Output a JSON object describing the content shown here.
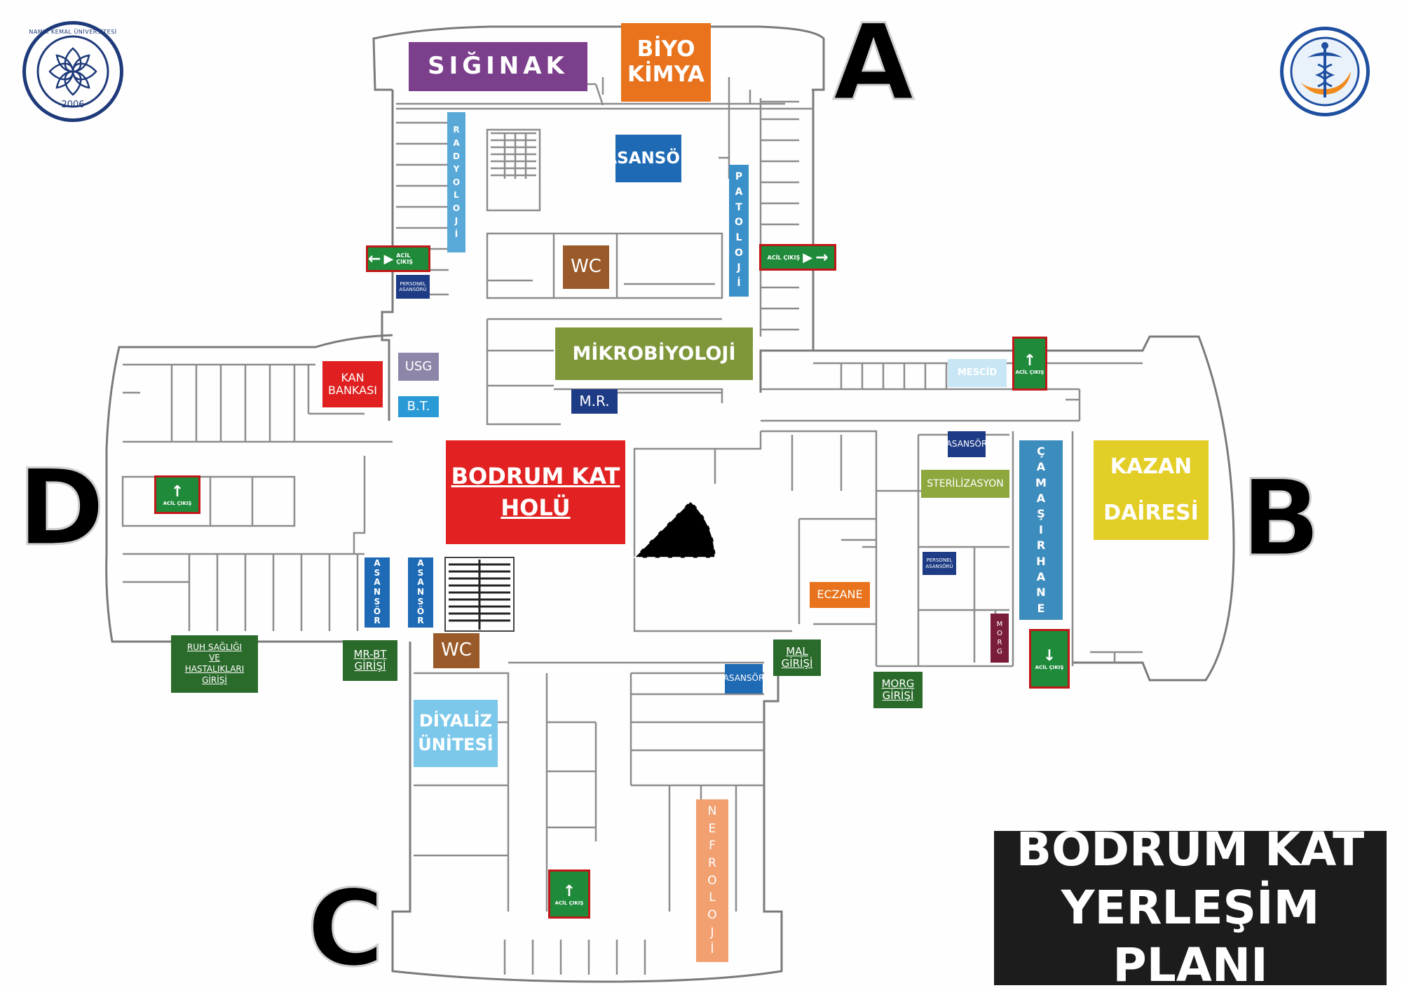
{
  "title": {
    "line1": "BODRUM KAT",
    "line2": "YERLEŞİM PLANI"
  },
  "wings": {
    "a": "A",
    "b": "B",
    "c": "C",
    "d": "D"
  },
  "logos": {
    "university": {
      "ring_text": "NAMIK KEMAL ÜNİVERSİTESİ",
      "year": "2006",
      "color": "#1f3a7a"
    },
    "hospital": {
      "color": "#1f4fa0",
      "accent": "#f08a1c"
    }
  },
  "rooms": {
    "siginak": "SIĞINAK",
    "biyokimya": {
      "line1": "BİYO",
      "line2": "KİMYA"
    },
    "asansor_top": "ASANSÖR",
    "radyoloji": [
      "R",
      "A",
      "D",
      "Y",
      "O",
      "L",
      "O",
      "J",
      "İ"
    ],
    "patoloji": [
      "P",
      "A",
      "T",
      "O",
      "L",
      "O",
      "J",
      "İ"
    ],
    "wc_top": "WC",
    "personel_asansoru_left": {
      "line1": "PERSONEL",
      "line2": "ASANSÖRÜ"
    },
    "mikrobiyoloji": "MİKROBİYOLOJİ",
    "mr": "M.R.",
    "kan_bankasi": {
      "line1": "KAN",
      "line2": "BANKASI"
    },
    "usg": "USG",
    "bt": "B.T.",
    "bodrum_kat_holu": {
      "line1": "BODRUM KAT",
      "line2": "HOLÜ"
    },
    "mescid": "MESCİD",
    "kazan_dairesi": {
      "line1": "KAZAN",
      "line2": "DAİRESİ"
    },
    "asansor_b": "ASANSÖR",
    "sterilizasyon": "STERİLİZASYON",
    "camasirhane": [
      "Ç",
      "A",
      "M",
      "A",
      "Ş",
      "I",
      "R",
      "H",
      "A",
      "N",
      "E"
    ],
    "personel_asansoru_b": {
      "line1": "PERSONEL",
      "line2": "ASANSÖRÜ"
    },
    "eczane": "ECZANE",
    "morg": [
      "M",
      "O",
      "R",
      "G"
    ],
    "asansor_d1": [
      "A",
      "S",
      "A",
      "N",
      "S",
      "Ö",
      "R"
    ],
    "asansor_d2": [
      "A",
      "S",
      "A",
      "N",
      "S",
      "Ö",
      "R"
    ],
    "wc_bottom": "WC",
    "asansor_c": "ASANSÖR",
    "diyaliz": {
      "line1": "DİYALİZ",
      "line2": "ÜNİTESİ"
    },
    "nefroloji": [
      "N",
      "E",
      "F",
      "R",
      "O",
      "L",
      "O",
      "J",
      "İ"
    ]
  },
  "entrances": {
    "ruh_sagligi": {
      "line1": "RUH SAĞLIĞI",
      "line2": "VE",
      "line3": "HASTALIKLARI",
      "line4": "GİRİŞİ"
    },
    "mr_bt": {
      "line1": "MR-BT",
      "line2": "GİRİŞİ"
    },
    "mal": {
      "line1": "MAL",
      "line2": "GİRİŞİ"
    },
    "morg": {
      "line1": "MORG",
      "line2": "GİRİŞİ"
    }
  },
  "exit_signs": {
    "label": "ACİL ÇIKIŞ"
  },
  "colors": {
    "siginak": "#7b3f8c",
    "biyokimya": "#e8731c",
    "asansor": "#1e6ab5",
    "radyoloji": "#58a8d8",
    "wc": "#9a5a2a",
    "mikrobiyoloji": "#7f973a",
    "mr": "#1e3c86",
    "kan": "#e02020",
    "usg": "#8e86a8",
    "bt": "#2a9ad6",
    "holu": "#e22222",
    "mescid": "#c8e6f5",
    "kazan": "#e3cd27",
    "steril": "#8ea83e",
    "camasir": "#3d8cbe",
    "eczane": "#e8731c",
    "morg": "#7a1d3a",
    "entrance": "#2a6a2a",
    "diyaliz": "#7cc8ea",
    "nefroloji": "#f2a070"
  }
}
